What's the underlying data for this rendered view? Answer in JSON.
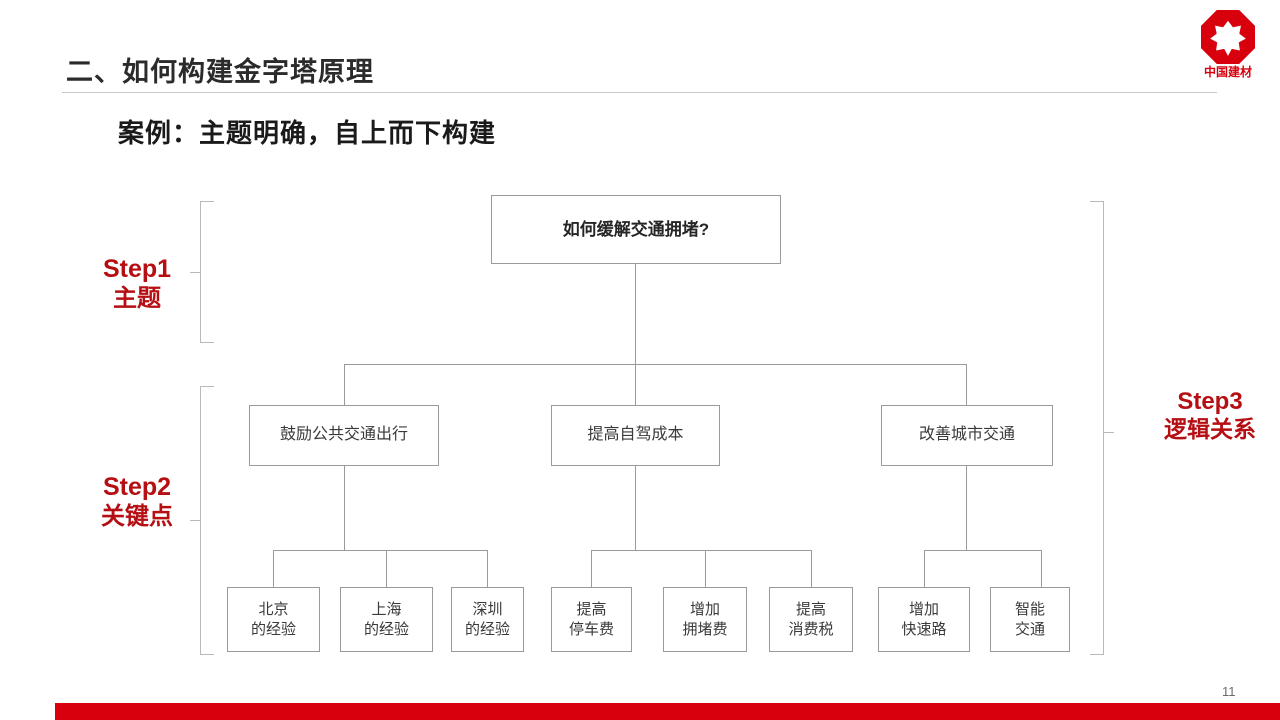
{
  "slide": {
    "title": "二、如何构建金字塔原理",
    "subtitle": "案例：主题明确，自上而下构建",
    "page_number": "11",
    "accent_red": "#d9000d",
    "label_red": "#b50f13",
    "line_gray": "#9a9a9a"
  },
  "logo": {
    "icon_name": "cnbm-octagon-star-logo",
    "text": "中国建材",
    "color": "#d9000d"
  },
  "steps": [
    {
      "en": "Step1",
      "cn": "主题"
    },
    {
      "en": "Step2",
      "cn": "关键点"
    },
    {
      "en": "Step3",
      "cn": "逻辑关系"
    }
  ],
  "diagram": {
    "root": {
      "label": "如何缓解交通拥堵?"
    },
    "branches": [
      {
        "label": "鼓励公共交通出行",
        "children": [
          {
            "label": "北京\n的经验"
          },
          {
            "label": "上海\n的经验"
          },
          {
            "label": "深圳\n的经验"
          }
        ]
      },
      {
        "label": "提高自驾成本",
        "children": [
          {
            "label": "提高\n停车费"
          },
          {
            "label": "增加\n拥堵费"
          },
          {
            "label": "提高\n消费税"
          }
        ]
      },
      {
        "label": "改善城市交通",
        "children": [
          {
            "label": "增加\n快速路"
          },
          {
            "label": "智能\n交通"
          }
        ]
      }
    ]
  }
}
